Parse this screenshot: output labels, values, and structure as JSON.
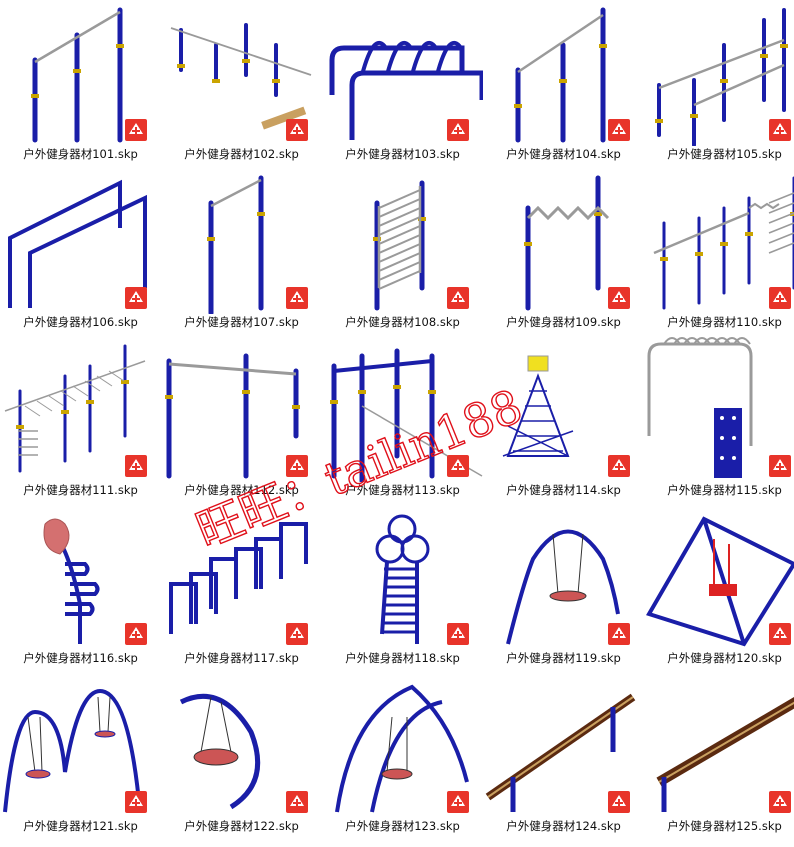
{
  "files": [
    {
      "name": "户外健身器材101.skp",
      "kind": "pullup3"
    },
    {
      "name": "户外健身器材102.skp",
      "kind": "pullupLong"
    },
    {
      "name": "户外健身器材103.skp",
      "kind": "ladderBars"
    },
    {
      "name": "户外健身器材104.skp",
      "kind": "pullup3b"
    },
    {
      "name": "户外健身器材105.skp",
      "kind": "parallel"
    },
    {
      "name": "户外健身器材106.skp",
      "kind": "parallelLow"
    },
    {
      "name": "户外健身器材107.skp",
      "kind": "pullup2"
    },
    {
      "name": "户外健身器材108.skp",
      "kind": "wallLadder"
    },
    {
      "name": "户外健身器材109.skp",
      "kind": "monkeyBar"
    },
    {
      "name": "户外健身器材110.skp",
      "kind": "combo"
    },
    {
      "name": "户外健身器材111.skp",
      "kind": "comboWire"
    },
    {
      "name": "户外健身器材112.skp",
      "kind": "highBar"
    },
    {
      "name": "户外健身器材113.skp",
      "kind": "cageBar"
    },
    {
      "name": "户外健身器材114.skp",
      "kind": "tower"
    },
    {
      "name": "户外健身器材115.skp",
      "kind": "climbWall"
    },
    {
      "name": "户外健身器材116.skp",
      "kind": "sculpt"
    },
    {
      "name": "户外健身器材117.skp",
      "kind": "hurdles"
    },
    {
      "name": "户外健身器材118.skp",
      "kind": "flower"
    },
    {
      "name": "户外健身器材119.skp",
      "kind": "arcSwing"
    },
    {
      "name": "户外健身器材120.skp",
      "kind": "aSwing"
    },
    {
      "name": "户外健身器材121.skp",
      "kind": "doubleSwing"
    },
    {
      "name": "户外健身器材122.skp",
      "kind": "hookSwing"
    },
    {
      "name": "户外健身器材123.skp",
      "kind": "archSwing"
    },
    {
      "name": "户外健身器材124.skp",
      "kind": "beam"
    },
    {
      "name": "户外健身器材125.skp",
      "kind": "beam2"
    }
  ],
  "watermark": {
    "text": "旺旺：tailin188"
  },
  "colors": {
    "blue": "#1a1ea8",
    "gray": "#9a9a9a",
    "badge": "#e8342a",
    "watermark": "#e0101a"
  },
  "badge_icon": "sketchup-file-icon"
}
